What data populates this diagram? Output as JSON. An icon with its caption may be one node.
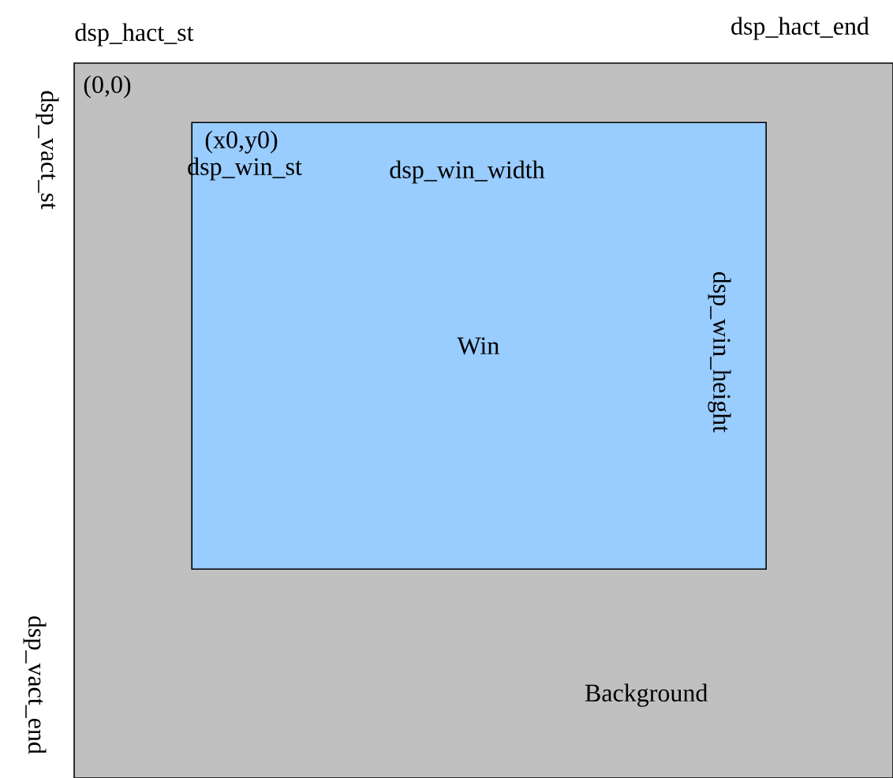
{
  "diagram": {
    "nodes": [
      {
        "text": [
          "Background"
        ]
      },
      {
        "text": [
          "Win"
        ],
        "in": 0
      }
    ],
    "labels": [
      "dsp_hact_st",
      "dsp_hact_end",
      "(0,0)",
      "dsp_vact_st",
      "(x0,y0)",
      "dsp_win_st",
      "dsp_win_width",
      "dsp_win_height",
      "dsp_vact_end"
    ]
  }
}
